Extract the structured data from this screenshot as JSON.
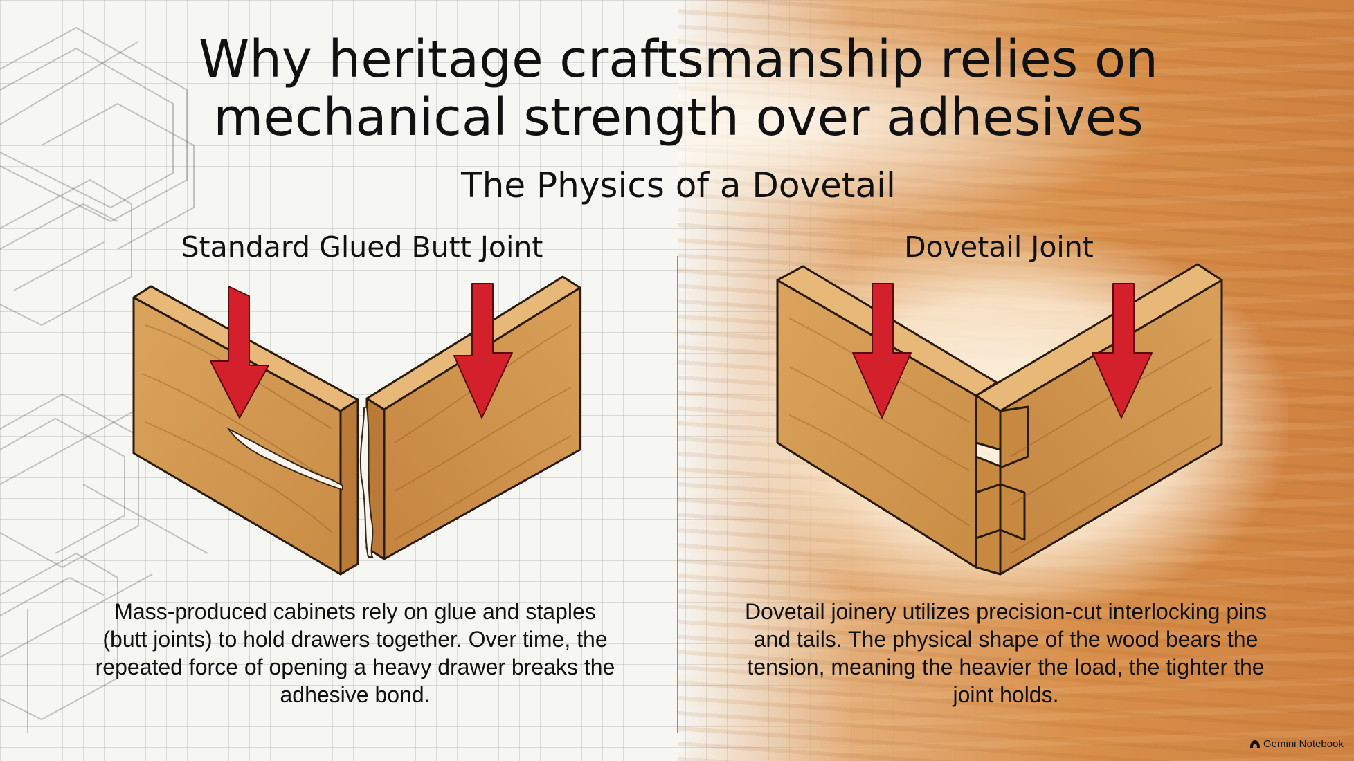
{
  "title": "Why heritage craftsmanship relies on mechanical strength over adhesives",
  "subtitle": "The Physics of a Dovetail",
  "panels": {
    "left": {
      "heading": "Standard Glued Butt Joint",
      "description": "Mass-produced cabinets rely on glue and staples (butt joints) to hold drawers together. Over time, the repeated force of opening a heavy drawer breaks the adhesive bond."
    },
    "right": {
      "heading": "Dovetail Joint",
      "description": "Dovetail joinery utilizes precision-cut interlocking pins and tails. The physical shape of the wood bears the tension, meaning the heavier the load, the tighter the joint holds."
    }
  },
  "logo": {
    "text": "Gemini Notebook",
    "icon": "notebook-logo-icon"
  },
  "colors": {
    "arrow": "#d4202a",
    "wood_face": "#d39a52",
    "wood_top": "#e8b878",
    "wood_edge": "#b97a38",
    "outline": "#2a1a10"
  }
}
